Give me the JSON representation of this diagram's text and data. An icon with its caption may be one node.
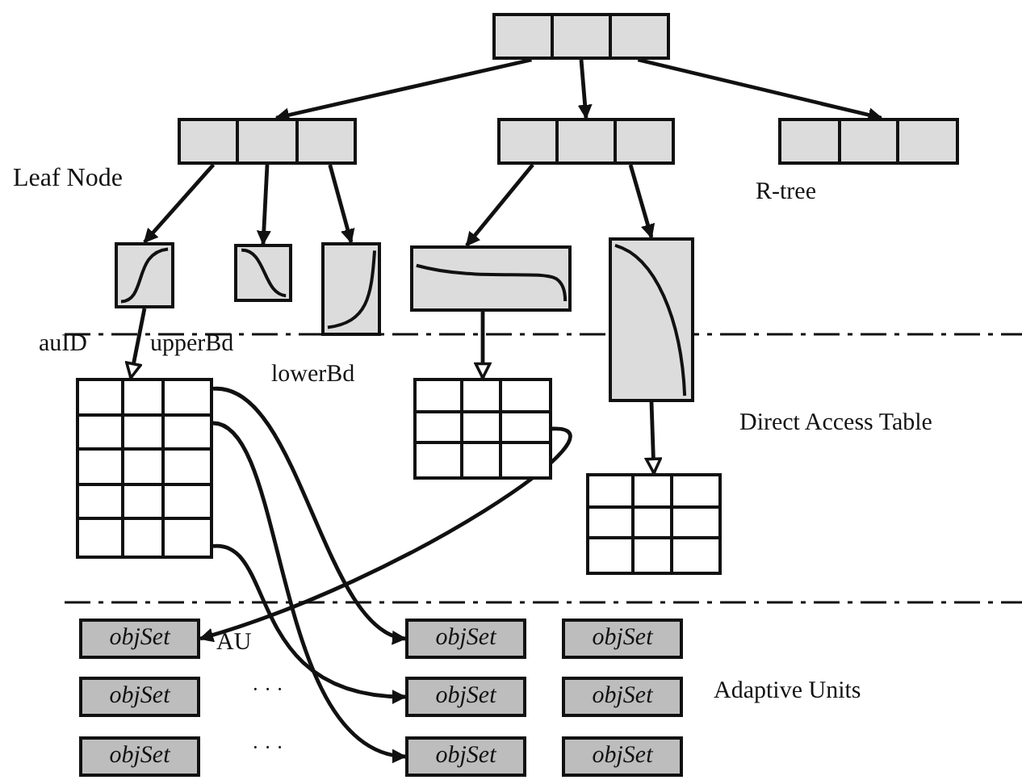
{
  "diagram": {
    "nodes": [
      {
        "text": [],
        "shape": "box"
      },
      {
        "text": [],
        "shape": "box"
      },
      {
        "text": [],
        "shape": "box"
      },
      {
        "text": [],
        "shape": "box"
      },
      {
        "text": [],
        "shape": "box"
      },
      {
        "text": [],
        "shape": "box"
      },
      {
        "text": [],
        "shape": "box"
      },
      {
        "text": [],
        "shape": "box"
      },
      {
        "text": [],
        "shape": "box"
      },
      {
        "text": [],
        "shape": "table"
      },
      {
        "text": [],
        "shape": "table"
      },
      {
        "text": [],
        "shape": "table"
      },
      {
        "text": [
          "objSet"
        ]
      },
      {
        "text": [
          "objSet"
        ]
      },
      {
        "text": [
          "objSet"
        ]
      },
      {
        "text": [
          "objSet"
        ]
      },
      {
        "text": [
          "objSet"
        ]
      },
      {
        "text": [
          "objSet"
        ]
      },
      {
        "text": [
          "objSet"
        ]
      },
      {
        "text": [
          "objSet"
        ]
      },
      {
        "text": [
          "objSet"
        ]
      }
    ],
    "edges": [
      {
        "from": 0,
        "to": 1,
        "arrow": "to"
      },
      {
        "from": 0,
        "to": 2,
        "arrow": "to"
      },
      {
        "from": 0,
        "to": 3,
        "arrow": "to"
      },
      {
        "from": 1,
        "to": 4,
        "arrow": "to"
      },
      {
        "from": 1,
        "to": 5,
        "arrow": "to"
      },
      {
        "from": 1,
        "to": 6,
        "arrow": "to"
      },
      {
        "from": 2,
        "to": 7,
        "arrow": "to"
      },
      {
        "from": 2,
        "to": 8,
        "arrow": "to"
      },
      {
        "from": 4,
        "to": 9,
        "arrow": "to"
      },
      {
        "from": 7,
        "to": 10,
        "arrow": "to"
      },
      {
        "from": 8,
        "to": 11,
        "arrow": "to"
      },
      {
        "from": 9,
        "to": 13,
        "arrow": "to"
      },
      {
        "from": 9,
        "to": 19,
        "arrow": "to"
      },
      {
        "from": 9,
        "to": 16,
        "arrow": "to"
      },
      {
        "from": 10,
        "to": 12,
        "arrow": "to"
      }
    ],
    "labels": [
      "Leaf Node",
      "R-tree",
      "auID",
      "upperBd",
      "lowerBd",
      "Direct Access Table",
      "AU",
      "· · ·",
      "· · ·",
      "Adaptive Units"
    ]
  }
}
